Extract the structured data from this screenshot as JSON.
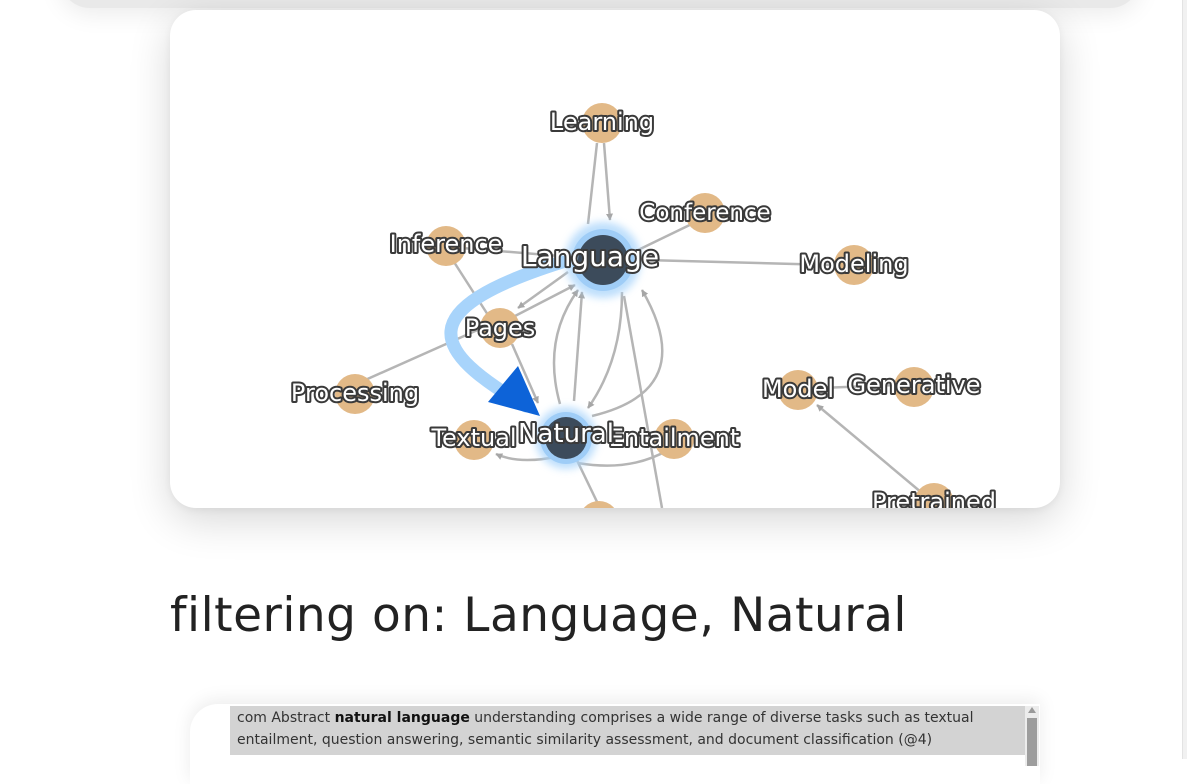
{
  "graph": {
    "nodes": {
      "learning": "Learning",
      "conference": "Conference",
      "inference": "Inference",
      "language": "Language",
      "modeling": "Modeling",
      "pages": "Pages",
      "processing": "Processing",
      "model": "Model",
      "generative": "Generative",
      "textual": "Textual",
      "natural": "Natural",
      "entailment": "Entailment",
      "pretrained": "Pretrained"
    },
    "colors": {
      "node": "#e2b987",
      "selected_node": "#3c4b5b",
      "selected_halo": "#a8d4fb",
      "edge": "#b5b5b5",
      "highlight_edge": "#a8d4fb",
      "highlight_arrow": "#0d63d8"
    }
  },
  "filter": {
    "heading": "filtering on: Language, Natural"
  },
  "results": {
    "snippet_before": "com Abstract ",
    "snippet_bold": "natural language",
    "snippet_after": " understanding comprises a wide range of diverse tasks such as textual entailment, question answering, semantic similarity assessment, and document classification (@4)"
  }
}
